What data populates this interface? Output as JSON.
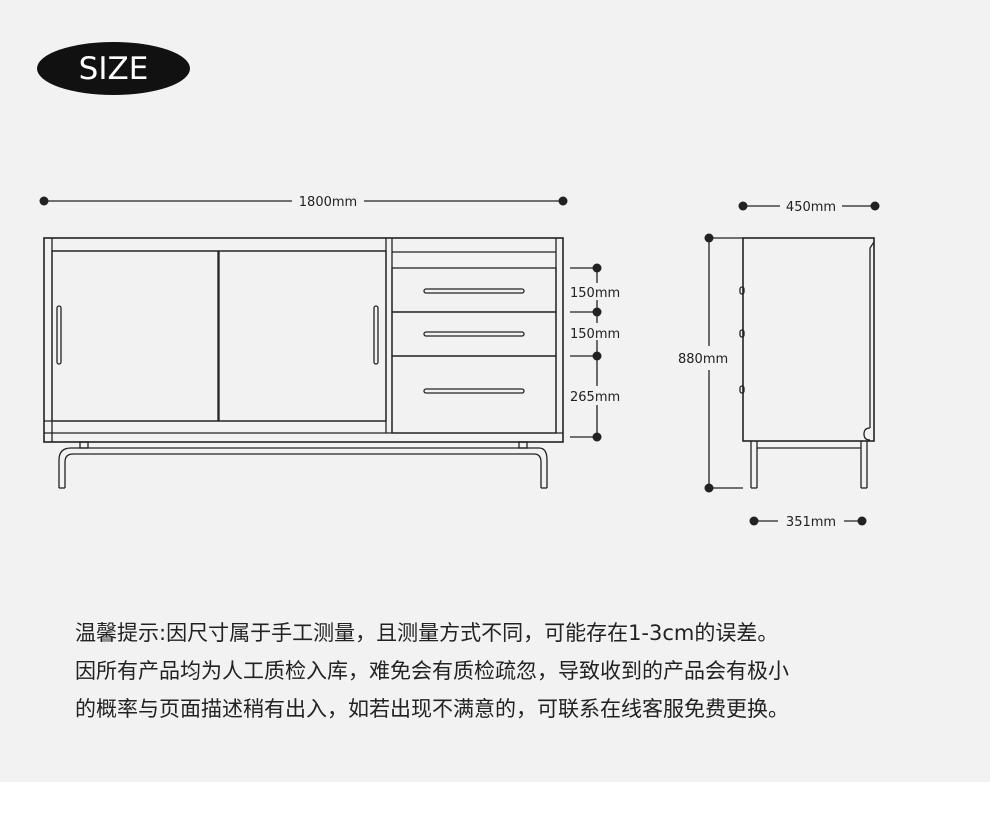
{
  "badge": {
    "label": "SIZE"
  },
  "dimensions": {
    "width": "1800mm",
    "drawer_1": "150mm",
    "drawer_2": "150mm",
    "drawer_3": "265mm",
    "depth_top": "450mm",
    "height": "880mm",
    "depth_base": "351mm"
  },
  "notes": {
    "line_1": "温馨提示:因尺寸属于手工测量，且测量方式不同，可能存在1-3cm的误差。",
    "line_2": "因所有产品均为人工质检入库，难免会有质检疏忽，导致收到的产品会有极小",
    "line_3": "的概率与页面描述稍有出入，如若出现不满意的，可联系在线客服免费更换。"
  },
  "colors": {
    "background": "#f2f2f2",
    "ink": "#222222",
    "badge": "#111111"
  }
}
